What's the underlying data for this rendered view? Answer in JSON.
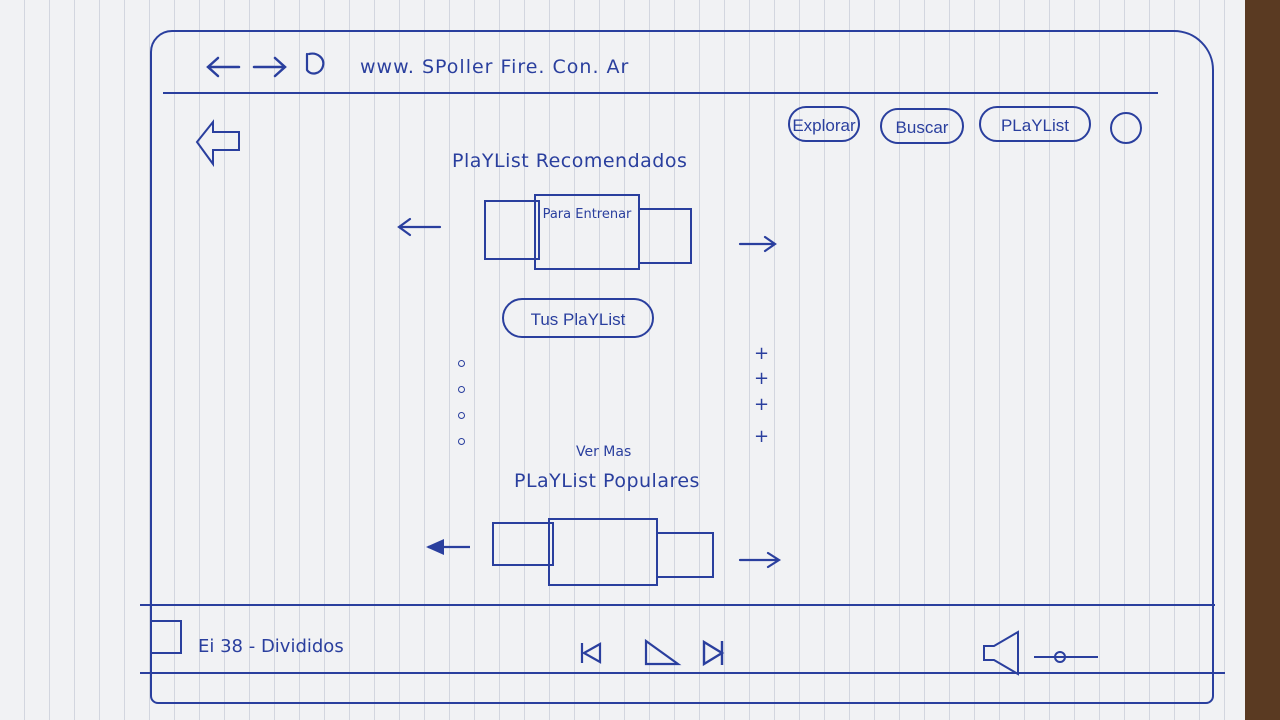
{
  "browser": {
    "url": "www. SPoller Fire. Con. Ar",
    "back_icon": "arrow-left-icon",
    "forward_icon": "arrow-right-icon",
    "reload_icon": "reload-icon"
  },
  "nav": {
    "explorar": "Explorar",
    "buscar": "Buscar",
    "playlist": "PLaYList",
    "profile_icon": "circle-icon"
  },
  "recommended": {
    "title": "PlaYList Recomendados",
    "center_card_label": "Para Entrenar"
  },
  "tus_playlist": "Tus PlaYList",
  "popular": {
    "ver_mas": "Ver Mas",
    "title": "PLaYList Populares"
  },
  "player": {
    "track": "Ei 38 - Divididos",
    "controls": [
      "previous-icon",
      "play-icon",
      "next-icon"
    ],
    "volume_icon": "speaker-icon"
  },
  "colors": {
    "ink": "#2a3f9e",
    "paper": "#f1f2f4"
  }
}
